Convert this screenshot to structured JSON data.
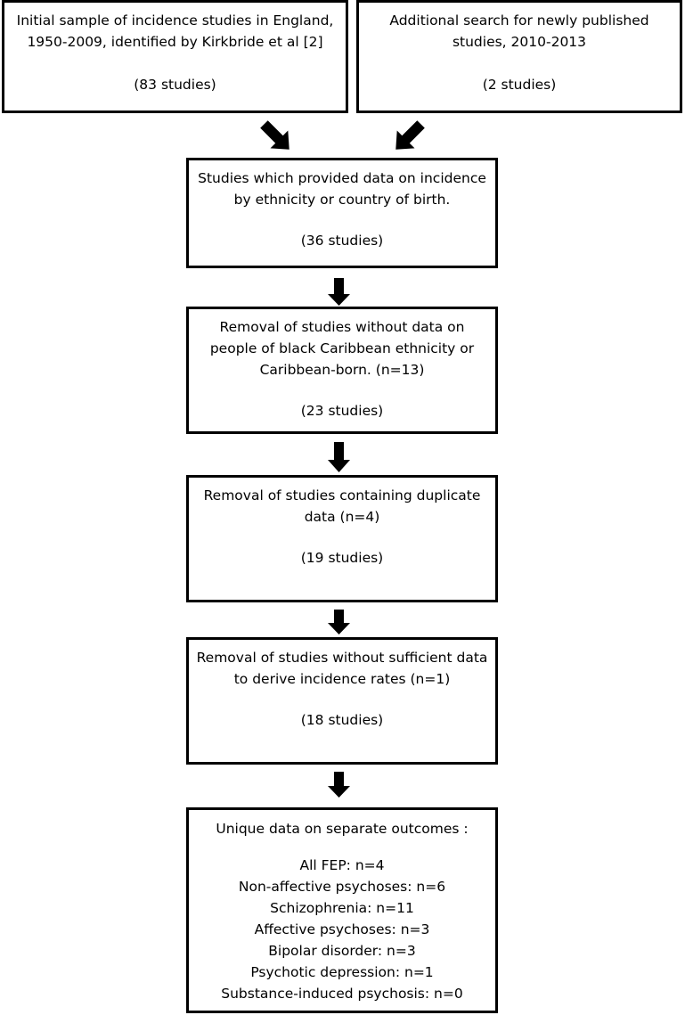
{
  "boxes": {
    "initial_sample": {
      "lines": [
        "Initial sample of incidence studies in England,",
        "1950-2009, identified by Kirkbride et al [2]"
      ],
      "count": "(83 studies)"
    },
    "additional_search": {
      "lines": [
        "Additional search for newly published",
        "studies, 2010-2013"
      ],
      "count": "(2 studies)"
    },
    "ethnicity_data": {
      "lines": [
        "Studies which provided data on incidence",
        "by ethnicity or country of birth."
      ],
      "count": "(36 studies)"
    },
    "removal_caribbean": {
      "lines": [
        "Removal of studies without data on",
        "people of black Caribbean ethnicity or",
        "Caribbean-born. (n=13)"
      ],
      "count": "(23 studies)"
    },
    "removal_duplicate": {
      "lines": [
        "Removal of studies containing duplicate",
        "data (n=4)"
      ],
      "count": "(19 studies)"
    },
    "removal_insufficient": {
      "lines": [
        "Removal of studies without sufficient data",
        "to derive incidence rates (n=1)"
      ],
      "count": "(18 studies)"
    },
    "outcomes": {
      "heading": "Unique data on separate outcomes :",
      "items": [
        "All FEP: n=4",
        "Non-affective psychoses: n=6",
        "Schizophrenia: n=11",
        "Affective psychoses: n=3",
        "Bipolar disorder: n=3",
        "Psychotic depression: n=1",
        "Substance-induced psychosis: n=0"
      ]
    }
  }
}
